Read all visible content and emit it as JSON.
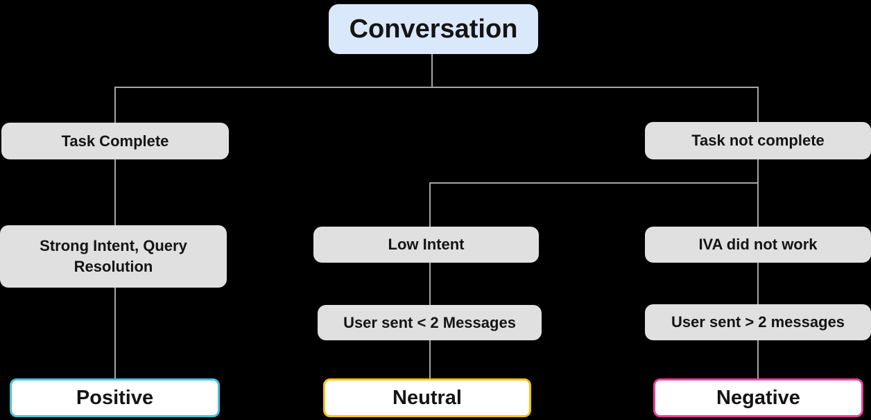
{
  "colors": {
    "background": "#000000",
    "connector": "#A6A6A6",
    "root_fill": "#DAE8FC",
    "condition_fill": "#E0E0E0",
    "text": "#141414",
    "positive_border": "#45C5D8",
    "neutral_border": "#FFC112",
    "negative_border": "#EE3E9E",
    "result_fill": "#FFFFFF"
  },
  "nodes": {
    "root": {
      "label": "Conversation"
    },
    "task_complete": {
      "label": "Task Complete"
    },
    "task_not_complete": {
      "label": "Task not complete"
    },
    "strong_intent": {
      "label": "Strong Intent, Query Resolution"
    },
    "low_intent": {
      "label": "Low Intent"
    },
    "iva_did_not_work": {
      "label": "IVA did not work"
    },
    "user_sent_lt_2": {
      "label": "User sent < 2 Messages"
    },
    "user_sent_gt_2": {
      "label": "User sent > 2 messages"
    },
    "positive": {
      "label": "Positive"
    },
    "neutral": {
      "label": "Neutral"
    },
    "negative": {
      "label": "Negative"
    }
  },
  "edges": [
    {
      "from": "root",
      "to": "task_complete"
    },
    {
      "from": "root",
      "to": "task_not_complete"
    },
    {
      "from": "task_complete",
      "to": "strong_intent"
    },
    {
      "from": "strong_intent",
      "to": "positive"
    },
    {
      "from": "task_not_complete",
      "to": "low_intent"
    },
    {
      "from": "task_not_complete",
      "to": "iva_did_not_work"
    },
    {
      "from": "low_intent",
      "to": "user_sent_lt_2"
    },
    {
      "from": "user_sent_lt_2",
      "to": "neutral"
    },
    {
      "from": "iva_did_not_work",
      "to": "user_sent_gt_2"
    },
    {
      "from": "user_sent_gt_2",
      "to": "negative"
    }
  ]
}
